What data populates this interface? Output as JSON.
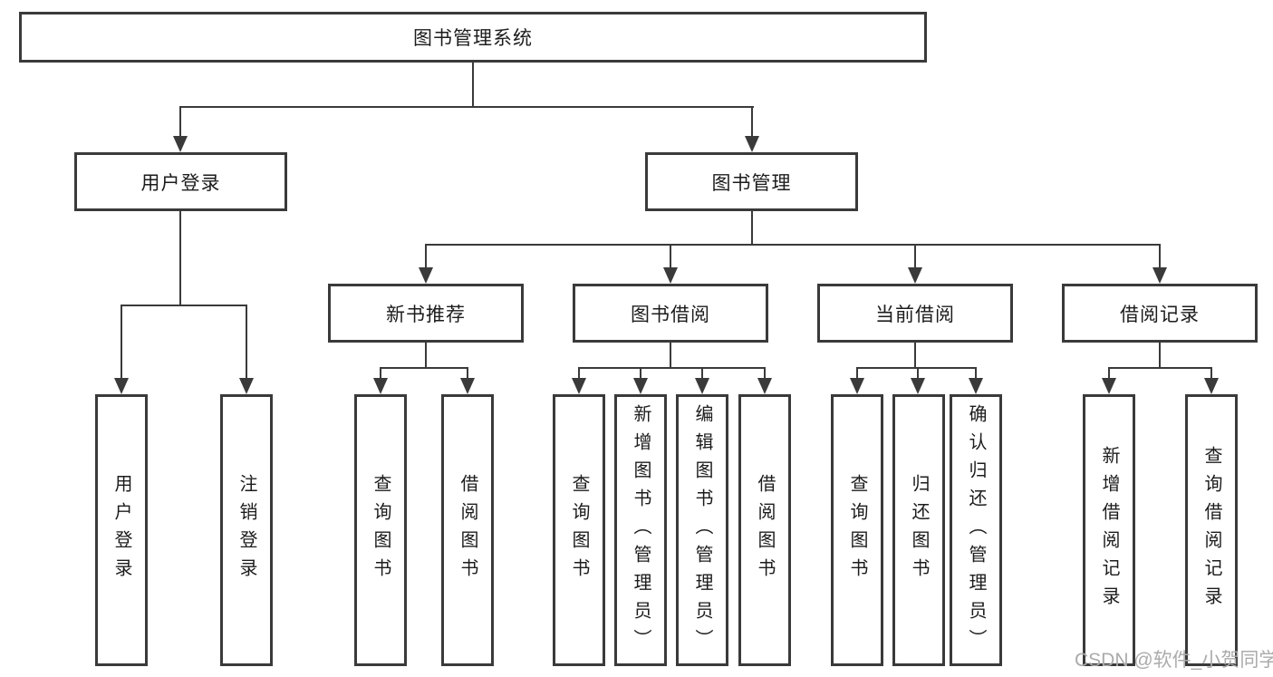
{
  "diagram": {
    "title": "图书管理系统",
    "branches": [
      {
        "label": "用户登录",
        "children": [
          {
            "label": "用户登录"
          },
          {
            "label": "注销登录"
          }
        ]
      },
      {
        "label": "图书管理",
        "children": [
          {
            "label": "新书推荐",
            "children": [
              {
                "label": "查询图书"
              },
              {
                "label": "借阅图书"
              }
            ]
          },
          {
            "label": "图书借阅",
            "children": [
              {
                "label": "查询图书"
              },
              {
                "label": "新增图书（管理员）"
              },
              {
                "label": "编辑图书（管理员）"
              },
              {
                "label": "借阅图书"
              }
            ]
          },
          {
            "label": "当前借阅",
            "children": [
              {
                "label": "查询图书"
              },
              {
                "label": "归还图书"
              },
              {
                "label": "确认归还（管理员）"
              }
            ]
          },
          {
            "label": "借阅记录",
            "children": [
              {
                "label": "新增借阅记录"
              },
              {
                "label": "查询借阅记录"
              }
            ]
          }
        ]
      }
    ]
  },
  "watermark": {
    "text": "CSDN @软件_小贺同学"
  },
  "colors": {
    "line": "#3a3a3a",
    "text": "#1c1c1c",
    "watermark": "#ababab",
    "background": "#ffffff"
  }
}
